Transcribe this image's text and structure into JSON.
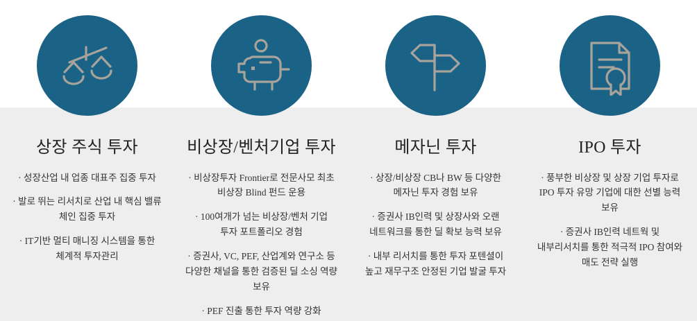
{
  "theme": {
    "circle_color": "#1a6286",
    "icon_stroke_color": "#a8a49b",
    "band_color": "#eeeeee",
    "page_background": "#ffffff",
    "title_color": "#222222",
    "body_color": "#333333"
  },
  "columns": [
    {
      "icon": "balance-scale-icon",
      "title": "상장 주식 투자",
      "bullets": [
        "· 성장산업 내 업종 대표주 집중 투자",
        "· 발로 뛰는 리서치로 산업 내 핵심 밸류 체인 집중 투자",
        "· IT기반 멀티 매니징 시스템을 통한 체계적 투자관리"
      ]
    },
    {
      "icon": "piggy-bank-icon",
      "title": "비상장/벤처기업 투자",
      "bullets": [
        "· 비상장투자 Frontier로 전문사모 최초 비상장 Blind 펀드 운용",
        "· 100여개가 넘는 비상장/벤처 기업 투자 포트폴리오 경험",
        "· 증권사, VC, PEF, 산업계와 연구소 등 다양한 채널을 통한 검증된 딜 소싱 역량 보유",
        "· PEF 진출 통한 투자 역량 강화"
      ]
    },
    {
      "icon": "signpost-icon",
      "title": "메자닌 투자",
      "bullets": [
        "· 상장/비상장 CB나 BW 등 다양한 메자닌 투자 경험 보유",
        "· 증권사 IB인력 및 상장사와 오랜 네트워크를 통한 딜 확보 능력 보유",
        "· 내부 리서치를 통한 투자 포텐셜이 높고 재무구조 안정된 기업 발굴 투자"
      ]
    },
    {
      "icon": "certificate-icon",
      "title": "IPO 투자",
      "bullets": [
        "· 풍부한 비상장 및 상장 기업 투자로 IPO 투자 유망 기업에 대한 선별 능력 보유",
        "· 증권사 IB인력 네트웍 및 내부리서치를 통한 적극적 IPO 참여와 매도 전략 실행"
      ]
    }
  ]
}
